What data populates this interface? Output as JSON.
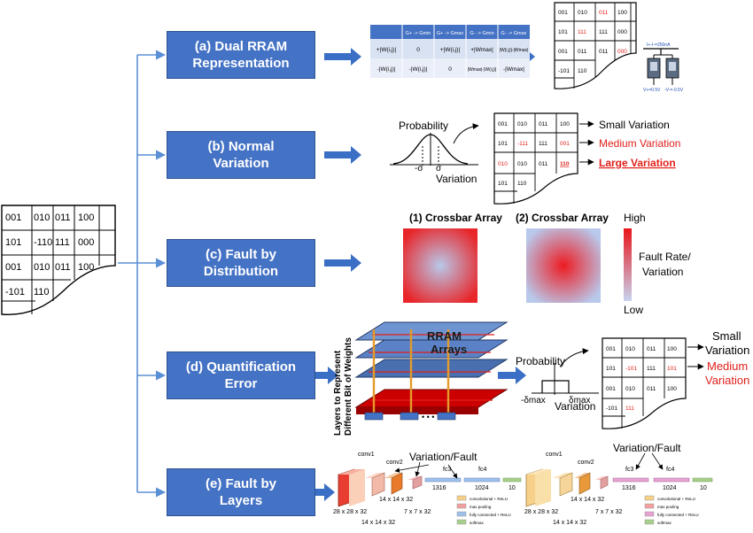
{
  "main_matrix": [
    [
      "001",
      "010",
      "011",
      "100"
    ],
    [
      "101",
      "-110",
      "111",
      "000"
    ],
    [
      "001",
      "010",
      "011",
      "100"
    ],
    [
      "-101",
      "110"
    ]
  ],
  "boxes": [
    {
      "line1": "(a) Dual RRAM",
      "line2": "Representation"
    },
    {
      "line1": "(b) Normal",
      "line2": "Variation"
    },
    {
      "line1": "(c) Fault by",
      "line2": "Distribution"
    },
    {
      "line1": "(d) Quantification",
      "line2": "Error"
    },
    {
      "line1": "(e) Fault by",
      "line2": "Layers"
    }
  ],
  "a": {
    "table_header": [
      "G+ -> Gmin",
      "G+ -> Gmax",
      "G- -> Gmin",
      "G- -> Gmax"
    ],
    "table_rows": [
      [
        "+|W(i,j)|",
        "0",
        "+|W(i,j)|",
        "+|Wmax|",
        "|W(i,j)|-|Wmax|"
      ],
      [
        "-|W(i,j)|",
        "-|W(i,j)|",
        "0",
        "|Wmax|-|W(i,j)|",
        "-|Wmax|"
      ]
    ],
    "matrix": [
      [
        "001",
        "010",
        "011",
        "100"
      ],
      [
        "101",
        "111",
        "111",
        "000"
      ],
      [
        "001",
        "011",
        "011",
        "000"
      ],
      [
        "-101",
        "110"
      ]
    ],
    "red_cells": [
      "0-2",
      "1-1",
      "2-3"
    ],
    "circuit_labels": [
      "I+-I-=250nA",
      "V+=0.5V",
      "-V-=-0.5V"
    ]
  },
  "b": {
    "probability": "Probability",
    "variation": "Variation",
    "neg_sigma": "-σ",
    "sigma": "σ",
    "matrix": [
      [
        "001",
        "010",
        "011",
        "100"
      ],
      [
        "101",
        "-111",
        "111",
        "001"
      ],
      [
        "010",
        "010",
        "011",
        "110"
      ],
      [
        "101",
        "110"
      ]
    ],
    "legend": [
      "Small Variation",
      "Medium Variation",
      "Large Variation"
    ]
  },
  "c": {
    "title1": "(1) Crossbar Array",
    "title2": "(2) Crossbar Array",
    "high": "High",
    "low": "Low",
    "fault_label1": "Fault Rate/",
    "fault_label2": "Variation"
  },
  "d": {
    "side_label1": "Layers to Represent",
    "side_label2": "Different Bit of Weights",
    "rram1": "RRAM",
    "rram2": "Arrays",
    "probability": "Probability",
    "variation": "Variation",
    "neg_delta": "-δmax",
    "delta": "δmax",
    "matrix": [
      [
        "001",
        "010",
        "011",
        "100"
      ],
      [
        "101",
        "-101",
        "111",
        "101"
      ],
      [
        "001",
        "010",
        "011",
        "100"
      ],
      [
        "-101",
        "111"
      ]
    ],
    "legend": [
      "Small",
      "Variation",
      "Medium",
      "Variation"
    ]
  },
  "e": {
    "var_fault": "Variation/Fault",
    "labels": [
      "conv1",
      "conv2",
      "fc3",
      "fc4",
      "1316",
      "1024",
      "10",
      "28 x 28 x 32",
      "14 x 14 x 32",
      "14 x 14 x 32",
      "7 x 7 x 32"
    ],
    "legend": [
      "convolutional + ReLU",
      "max pooling",
      "fully connected + ReLU",
      "softmax"
    ]
  },
  "colors": {
    "box": "#4472c4",
    "arrow": "#3b6fc6",
    "red": "#e0201b",
    "line": "#5b8fd6"
  }
}
